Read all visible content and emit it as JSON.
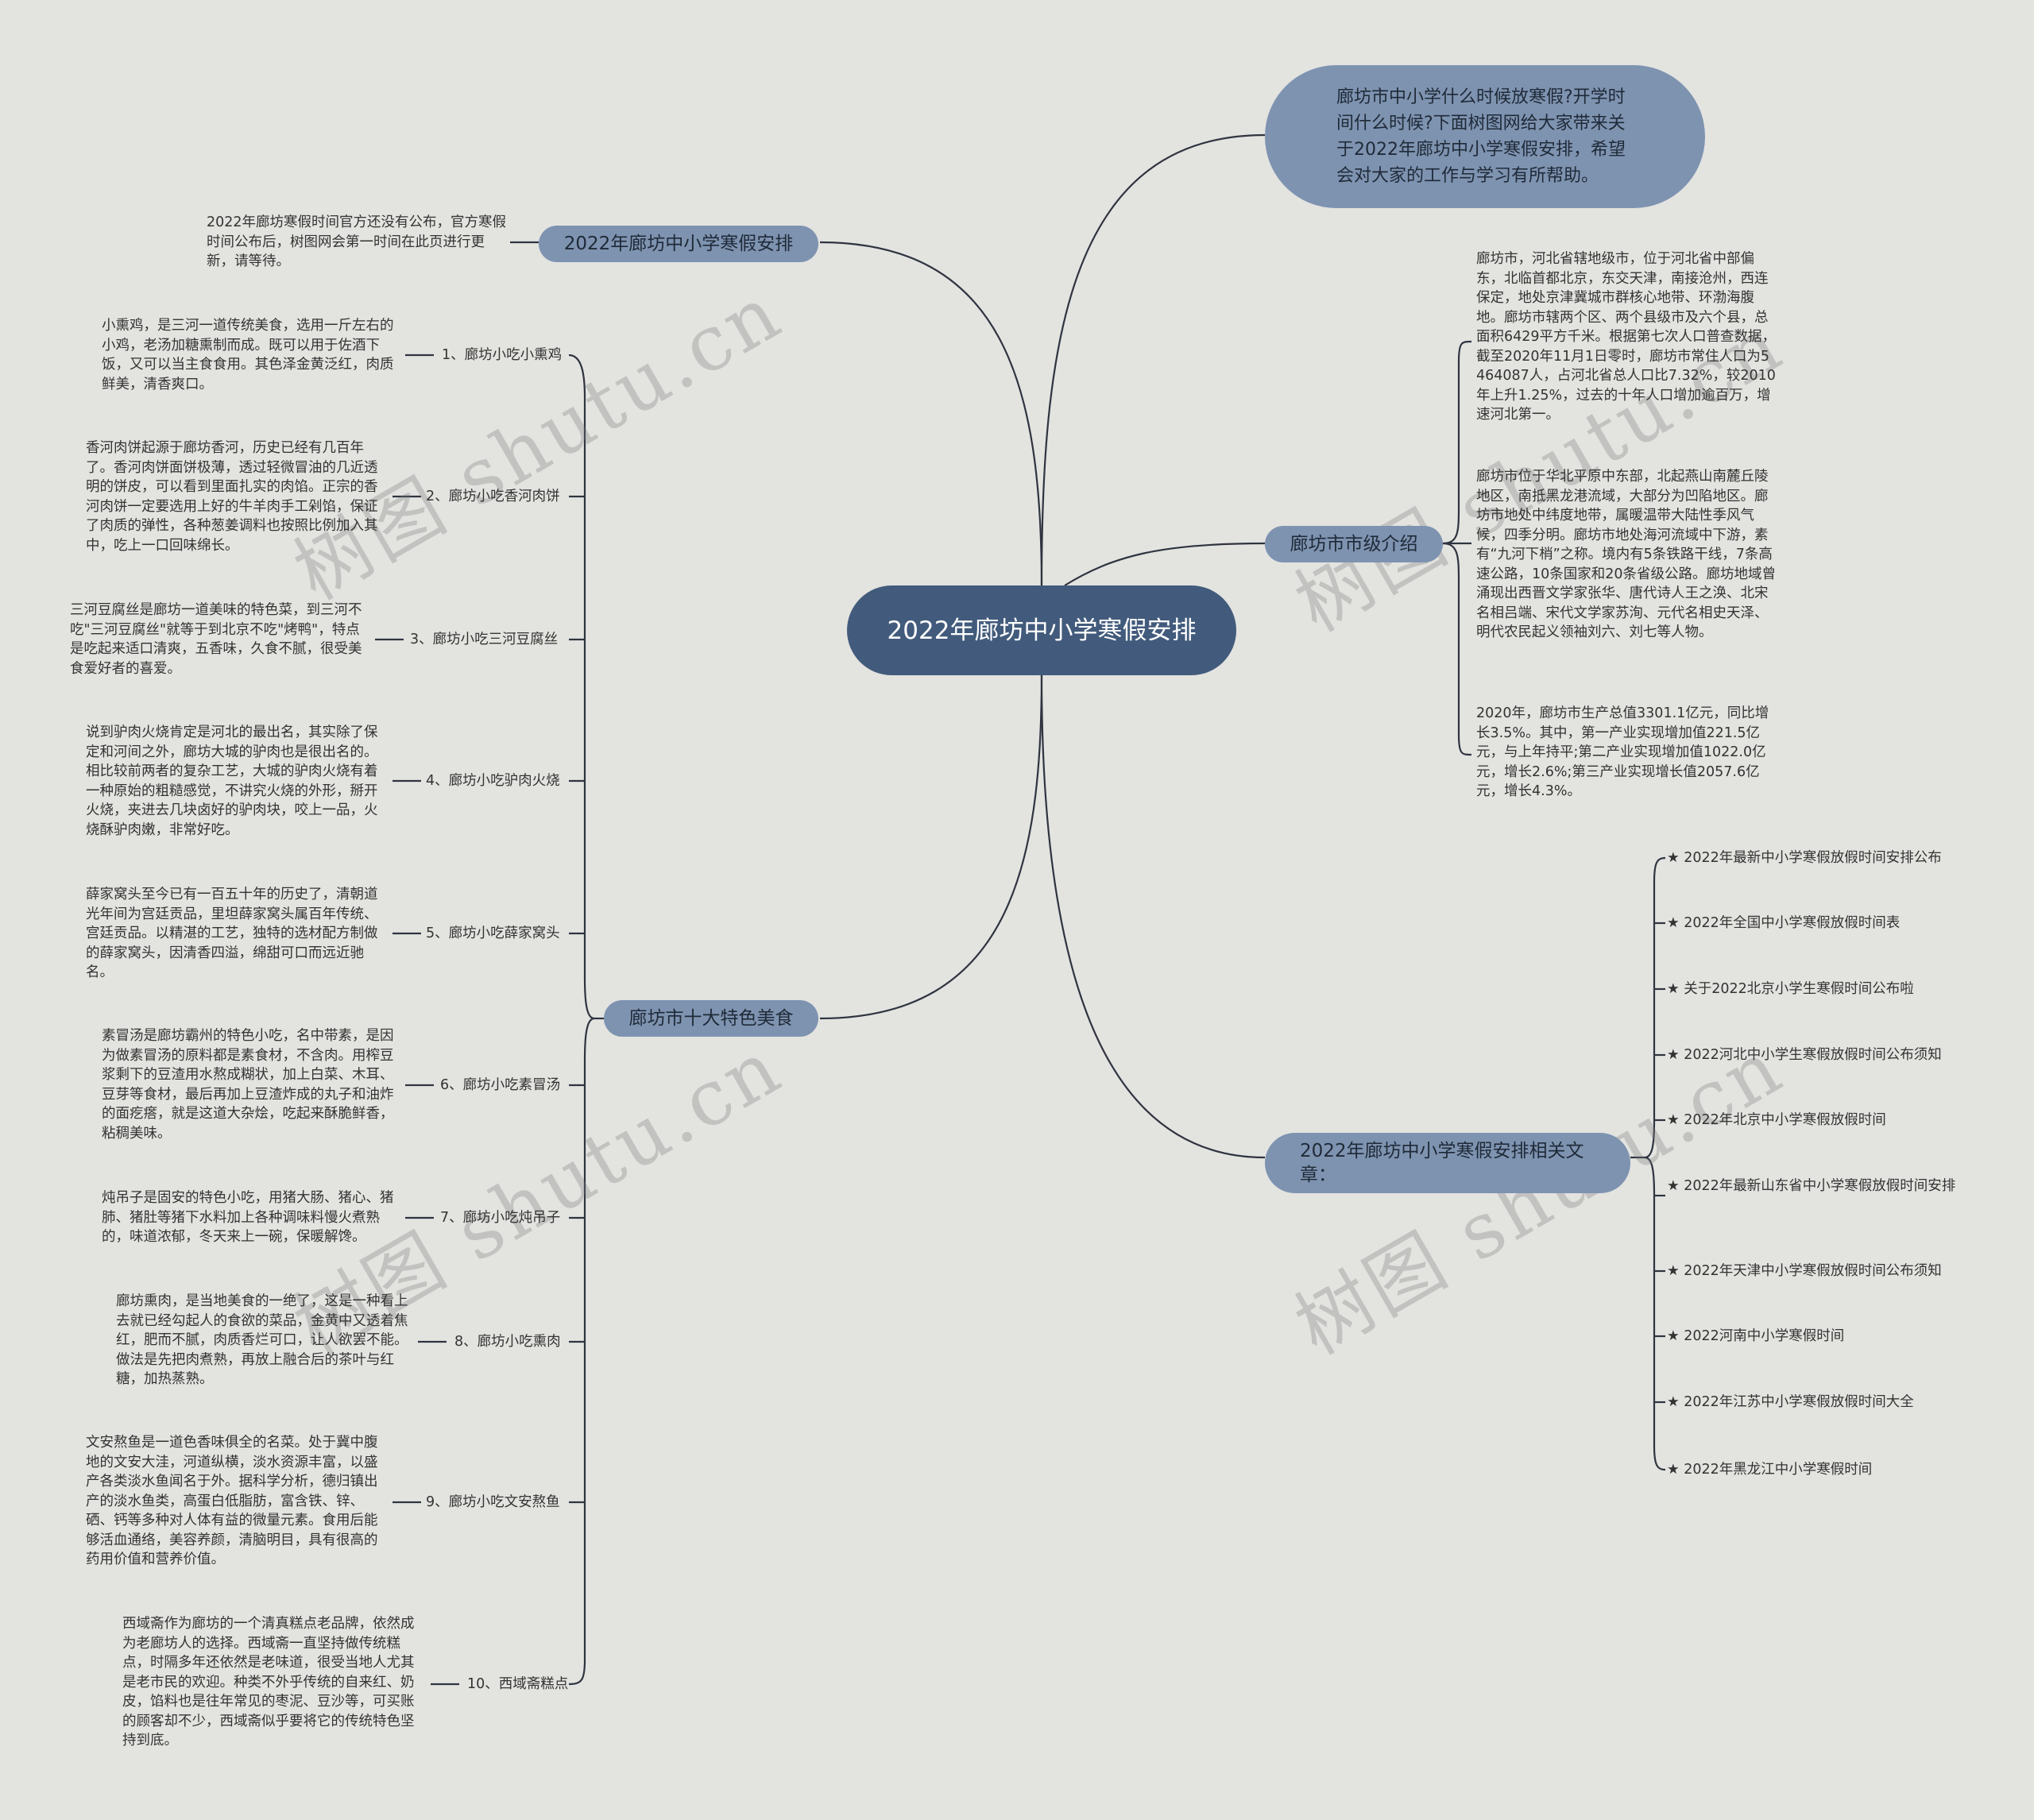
{
  "root": {
    "title": "2022年廊坊中小学寒假安排"
  },
  "intro": {
    "text": "廊坊市中小学什么时候放寒假?开学时间什么时候?下面树图网给大家带来关于2022年廊坊中小学寒假安排，希望会对大家的工作与学习有所帮助。"
  },
  "schedule": {
    "label": "2022年廊坊中小学寒假安排",
    "text": "2022年廊坊寒假时间官方还没有公布，官方寒假时间公布后，树图网会第一时间在此页进行更新，请等待。"
  },
  "city": {
    "label": "廊坊市市级介绍",
    "paragraphs": [
      "廊坊市，河北省辖地级市，位于河北省中部偏东，北临首都北京，东交天津，南接沧州，西连保定，地处京津冀城市群核心地带、环渤海腹地。廊坊市辖两个区、两个县级市及六个县，总面积6429平方千米。根据第七次人口普查数据，截至2020年11月1日零时，廊坊市常住人口为5464087人，占河北省总人口比7.32%，较2010年上升1.25%，过去的十年人口增加逾百万，增速河北第一。",
      "廊坊市位于华北平原中东部，北起燕山南麓丘陵地区，南抵黑龙港流域，大部分为凹陷地区。廊坊市地处中纬度地带，属暖温带大陆性季风气候，四季分明。廊坊市地处海河流域中下游，素有“九河下梢”之称。境内有5条铁路干线，7条高速公路，10条国家和20条省级公路。廊坊地域曾涌现出西晋文学家张华、唐代诗人王之涣、北宋名相吕端、宋代文学家苏洵、元代名相史天泽、明代农民起义领袖刘六、刘七等人物。",
      "2020年，廊坊市生产总值3301.1亿元，同比增长3.5%。其中，第一产业实现增加值221.5亿元，与上年持平;第二产业实现增加值1022.0亿元，增长2.6%;第三产业实现增长值2057.6亿元，增长4.3%。"
    ]
  },
  "food": {
    "label": "廊坊市十大特色美食",
    "items": [
      {
        "name": "1、廊坊小吃小熏鸡",
        "desc": "小熏鸡，是三河一道传统美食，选用一斤左右的小鸡，老汤加糖熏制而成。既可以用于佐酒下饭，又可以当主食食用。其色泽金黄泛红，肉质鲜美，清香爽口。"
      },
      {
        "name": "2、廊坊小吃香河肉饼",
        "desc": "香河肉饼起源于廊坊香河，历史已经有几百年了。香河肉饼面饼极薄，透过轻微冒油的几近透明的饼皮，可以看到里面扎实的肉馅。正宗的香河肉饼一定要选用上好的牛羊肉手工剁馅，保证了肉质的弹性，各种葱姜调料也按照比例加入其中，吃上一口回味绵长。"
      },
      {
        "name": "3、廊坊小吃三河豆腐丝",
        "desc": "三河豆腐丝是廊坊一道美味的特色菜，到三河不吃\"三河豆腐丝\"就等于到北京不吃\"烤鸭\"，特点是吃起来适口清爽，五香味，久食不腻，很受美食爱好者的喜爱。"
      },
      {
        "name": "4、廊坊小吃驴肉火烧",
        "desc": "说到驴肉火烧肯定是河北的最出名，其实除了保定和河间之外，廊坊大城的驴肉也是很出名的。相比较前两者的复杂工艺，大城的驴肉火烧有着一种原始的粗糙感觉，不讲究火烧的外形，掰开火烧，夹进去几块卤好的驴肉块，咬上一品，火烧酥驴肉嫩，非常好吃。"
      },
      {
        "name": "5、廊坊小吃薛家窝头",
        "desc": "薛家窝头至今已有一百五十年的历史了，清朝道光年间为宫廷贡品，里坦薛家窝头属百年传统、宫廷贡品。以精湛的工艺，独特的选材配方制做的薛家窝头，因清香四溢，绵甜可口而远近驰名。"
      },
      {
        "name": "6、廊坊小吃素冒汤",
        "desc": "素冒汤是廊坊霸州的特色小吃，名中带素，是因为做素冒汤的原料都是素食材，不含肉。用榨豆浆剩下的豆渣用水熬成糊状，加上白菜、木耳、豆芽等食材，最后再加上豆渣炸成的丸子和油炸的面疙瘩，就是这道大杂烩，吃起来酥脆鲜香，粘稠美味。"
      },
      {
        "name": "7、廊坊小吃炖吊子",
        "desc": "炖吊子是固安的特色小吃，用猪大肠、猪心、猪肺、猪肚等猪下水料加上各种调味料慢火煮熟的，味道浓郁，冬天来上一碗，保暖解馋。"
      },
      {
        "name": "8、廊坊小吃熏肉",
        "desc": "廊坊熏肉，是当地美食的一绝了，这是一种看上去就已经勾起人的食欲的菜品，金黄中又透着焦红，肥而不腻，肉质香烂可口，让人欲罢不能。做法是先把肉煮熟，再放上融合后的茶叶与红糖，加热蒸熟。"
      },
      {
        "name": "9、廊坊小吃文安熬鱼",
        "desc": "文安熬鱼是一道色香味俱全的名菜。处于冀中腹地的文安大洼，河道纵横，淡水资源丰富，以盛产各类淡水鱼闻名于外。据科学分析，德归镇出产的淡水鱼类，高蛋白低脂肪，富含铁、锌、硒、钙等多种对人体有益的微量元素。食用后能够活血通络，美容养颜，清脑明目，具有很高的药用价值和营养价值。"
      },
      {
        "name": "10、西域斋糕点",
        "desc": "西域斋作为廊坊的一个清真糕点老品牌，依然成为老廊坊人的选择。西域斋一直坚持做传统糕点，时隔多年还依然是老味道，很受当地人尤其是老市民的欢迎。种类不外乎传统的自来红、奶皮，馅料也是往年常见的枣泥、豆沙等，可买账的顾客却不少，西域斋似乎要将它的传统特色坚持到底。"
      }
    ]
  },
  "related": {
    "label": "2022年廊坊中小学寒假安排相关文章：",
    "links": [
      "★ 2022年最新中小学寒假放假时间安排公布",
      "★ 2022年全国中小学寒假放假时间表",
      "★ 关于2022北京小学生寒假时间公布啦",
      "★ 2022河北中小学生寒假放假时间公布须知",
      "★ 2022年北京中小学寒假放假时间",
      "★ 2022年最新山东省中小学寒假放假时间安排",
      "★ 2022年天津中小学寒假放假时间公布须知",
      "★ 2022河南中小学寒假时间",
      "★ 2022年江苏中小学寒假放假时间大全",
      "★ 2022年黑龙江中小学寒假时间"
    ]
  },
  "watermark": {
    "text": "树图 shutu.cn"
  },
  "colors": {
    "root": "#425b7c",
    "branch": "#7e93b0",
    "background": "#e3e3e0",
    "line": "#2f3440"
  }
}
